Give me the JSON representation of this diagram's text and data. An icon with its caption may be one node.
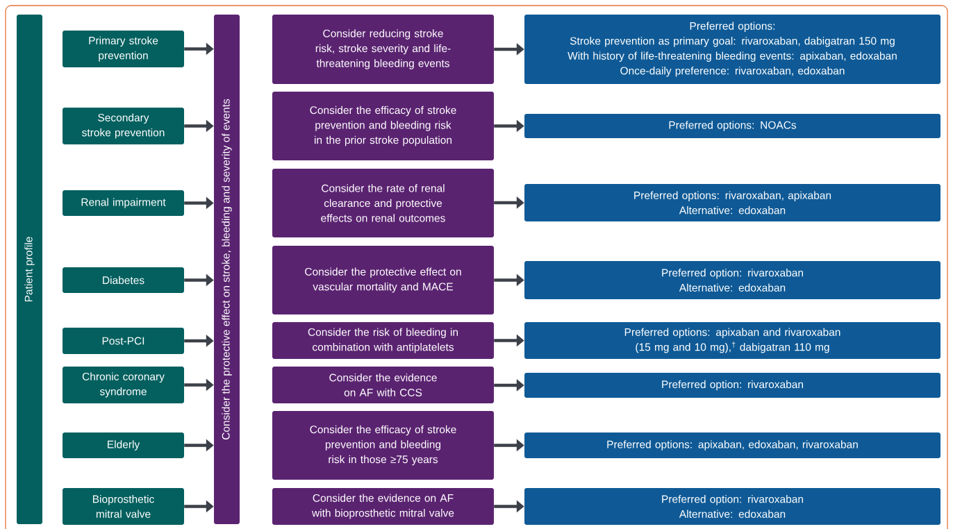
{
  "diagram": {
    "nodes": [
      {
        "text": [
          "Patient profile"
        ]
      },
      {
        "text": [
          "Primary stroke prevention"
        ]
      },
      {
        "text": [
          "Secondary stroke prevention"
        ]
      },
      {
        "text": [
          "Renal impairment"
        ]
      },
      {
        "text": [
          "Diabetes"
        ]
      },
      {
        "text": [
          "Post-PCI"
        ]
      },
      {
        "text": [
          "Chronic coronary syndrome"
        ]
      },
      {
        "text": [
          "Elderly"
        ]
      },
      {
        "text": [
          "Bioprosthetic mitral valve"
        ]
      },
      {
        "text": [
          "Consider the protective effect on stroke, bleeding and severity of events"
        ]
      },
      {
        "text": [
          "Consider reducing stroke risk, stroke severity and life-threatening bleeding events"
        ]
      },
      {
        "text": [
          "Consider the efficacy of stroke prevention and bleeding risk in the prior stroke population"
        ]
      },
      {
        "text": [
          "Consider the rate of renal clearance and protective effects on renal outcomes"
        ]
      },
      {
        "text": [
          "Consider the protective effect on vascular mortality and MACE"
        ]
      },
      {
        "text": [
          "Consider the risk of bleeding in combination with antiplatelets"
        ]
      },
      {
        "text": [
          "Consider the evidence on AF with CCS"
        ]
      },
      {
        "text": [
          "Consider the efficacy of stroke prevention and bleeding risk in those ≥75 years"
        ]
      },
      {
        "text": [
          "Consider the evidence on AF with bioprosthetic mitral valve"
        ]
      },
      {
        "text": [
          "Preferred options:",
          "Stroke prevention as primary goal: rivaroxaban, dabigatran 150 mg",
          "With history of life-threatening bleeding events: apixaban, edoxaban",
          "Once-daily preference: rivaroxaban, edoxaban"
        ]
      },
      {
        "text": [
          "Preferred options: NOACs"
        ]
      },
      {
        "text": [
          "Preferred options: rivaroxaban, apixaban",
          "Alternative: edoxaban"
        ]
      },
      {
        "text": [
          "Preferred option: rivaroxaban",
          "Alternative: edoxaban"
        ]
      },
      {
        "text": [
          "Preferred options: apixaban and rivaroxaban (15 mg and 10 mg),$^{†}$ dabigatran 110 mg"
        ]
      },
      {
        "text": [
          "Preferred option: rivaroxaban"
        ]
      },
      {
        "text": [
          "Preferred options: apixaban, edoxaban, rivaroxaban"
        ]
      },
      {
        "text": [
          "Preferred option: rivaroxaban",
          "Alternative: edoxaban"
        ]
      }
    ],
    "edges": [
      {
        "from": 1,
        "to": 9,
        "arrow": "to"
      },
      {
        "from": 2,
        "to": 9,
        "arrow": "to"
      },
      {
        "from": 3,
        "to": 9,
        "arrow": "to"
      },
      {
        "from": 4,
        "to": 9,
        "arrow": "to"
      },
      {
        "from": 5,
        "to": 9,
        "arrow": "to"
      },
      {
        "from": 6,
        "to": 9,
        "arrow": "to"
      },
      {
        "from": 7,
        "to": 9,
        "arrow": "to"
      },
      {
        "from": 8,
        "to": 9,
        "arrow": "to"
      },
      {
        "from": 10,
        "to": 18,
        "arrow": "to"
      },
      {
        "from": 11,
        "to": 19,
        "arrow": "to"
      },
      {
        "from": 12,
        "to": 20,
        "arrow": "to"
      },
      {
        "from": 13,
        "to": 21,
        "arrow": "to"
      },
      {
        "from": 14,
        "to": 22,
        "arrow": "to"
      },
      {
        "from": 15,
        "to": 23,
        "arrow": "to"
      },
      {
        "from": 16,
        "to": 24,
        "arrow": "to"
      },
      {
        "from": 17,
        "to": 25,
        "arrow": "to"
      }
    ]
  }
}
